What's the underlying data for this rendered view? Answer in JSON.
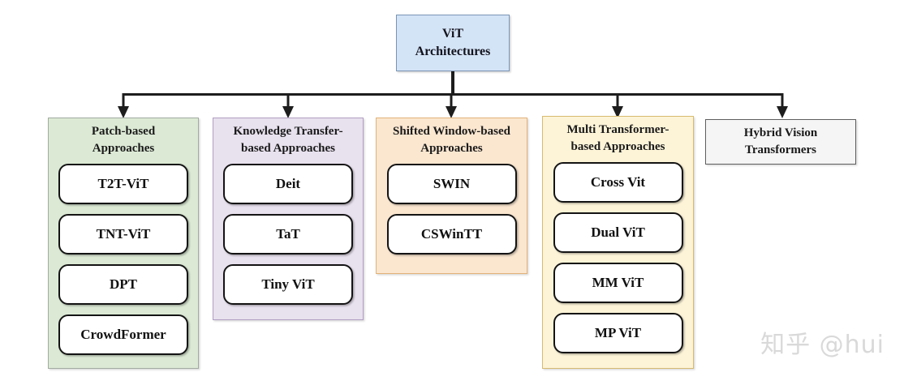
{
  "root": {
    "label": "ViT Architectures",
    "lines": [
      "ViT",
      "Architectures"
    ],
    "fill": "#d4e4f7",
    "border": "#7b95b5"
  },
  "groups": [
    {
      "title": "Patch-based Approaches",
      "title_lines": [
        "Patch-based",
        "Approaches"
      ],
      "items": [
        "T2T-ViT",
        "TNT-ViT",
        "DPT",
        "CrowdFormer"
      ],
      "fill": "#dcead5",
      "border": "#a2aba0"
    },
    {
      "title": "Knowledge Transfer-based Approaches",
      "title_lines": [
        "Knowledge Transfer-",
        "based Approaches"
      ],
      "items": [
        "Deit",
        "TaT",
        "Tiny ViT"
      ],
      "fill": "#e8e1ee",
      "border": "#b19fc2"
    },
    {
      "title": "Shifted Window-based Approaches",
      "title_lines": [
        "Shifted Window-based",
        "Approaches"
      ],
      "items": [
        "SWIN",
        "CSWinTT"
      ],
      "fill": "#fbe7d0",
      "border": "#e2b279"
    },
    {
      "title": "Multi Transformer-based Approaches",
      "title_lines": [
        "Multi Transformer-",
        "based Approaches"
      ],
      "items": [
        "Cross Vit",
        "Dual ViT",
        "MM ViT",
        "MP ViT"
      ],
      "fill": "#fdf4d8",
      "border": "#d7bb70"
    },
    {
      "title": "Hybrid Vision Transformers",
      "title_lines": [
        "Hybrid Vision",
        "Transformers"
      ],
      "items": [],
      "fill": "#f5f5f5",
      "border": "#5f5f5f"
    }
  ],
  "style": {
    "item_fill": "#ffffff",
    "item_border": "#141414",
    "connector_color": "#1d1d1d"
  },
  "watermark": {
    "text": "知乎 @hui",
    "color": "#d9d9d9"
  }
}
